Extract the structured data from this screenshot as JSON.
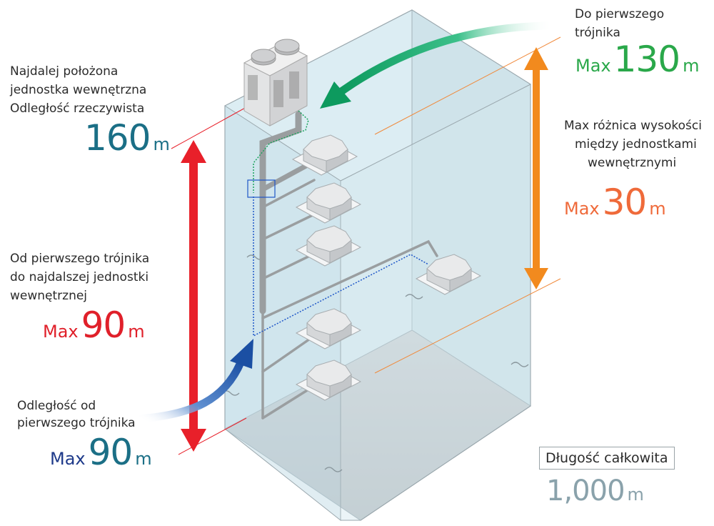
{
  "labels": {
    "farthest_line1": "Najdalej położona",
    "farthest_line2": "jednostka wewnętrzna",
    "farthest_line3": "Odległość rzeczywista",
    "from_first_line1": "Od pierwszego trójnika",
    "from_first_line2": "do najdalszej jednostki",
    "from_first_line3": "wewnętrznej",
    "distance_line1": "Odległość od",
    "distance_line2": "pierwszego trójnika",
    "to_first_line1": "Do pierwszego",
    "to_first_line2": "trójnika",
    "height_line1": "Max różnica wysokości",
    "height_line2": "między jednostkami",
    "height_line3": "wewnętrznymi",
    "total_length": "Długość całkowita"
  },
  "values": {
    "farthest": {
      "num": "160",
      "unit": "m"
    },
    "from_first": {
      "max": "Max",
      "num": "90",
      "unit": "m"
    },
    "distance": {
      "max": "Max",
      "num": "90",
      "unit": "m"
    },
    "to_first": {
      "max": "Max",
      "num": "130",
      "unit": "m"
    },
    "height": {
      "max": "Max",
      "num": "30",
      "unit": "m"
    },
    "total": {
      "num": "1,000",
      "unit": "m"
    }
  },
  "colors": {
    "red_arrow": "#e8202a",
    "orange_arrow": "#f28a1e",
    "green_arrow": "#12a36a",
    "blue_arrow": "#1e56a8",
    "building_fill": "#d6e8ef",
    "pipe": "#9a9ea0"
  },
  "icons": [
    "outdoor-unit-icon",
    "indoor-cassette-unit-icon"
  ]
}
